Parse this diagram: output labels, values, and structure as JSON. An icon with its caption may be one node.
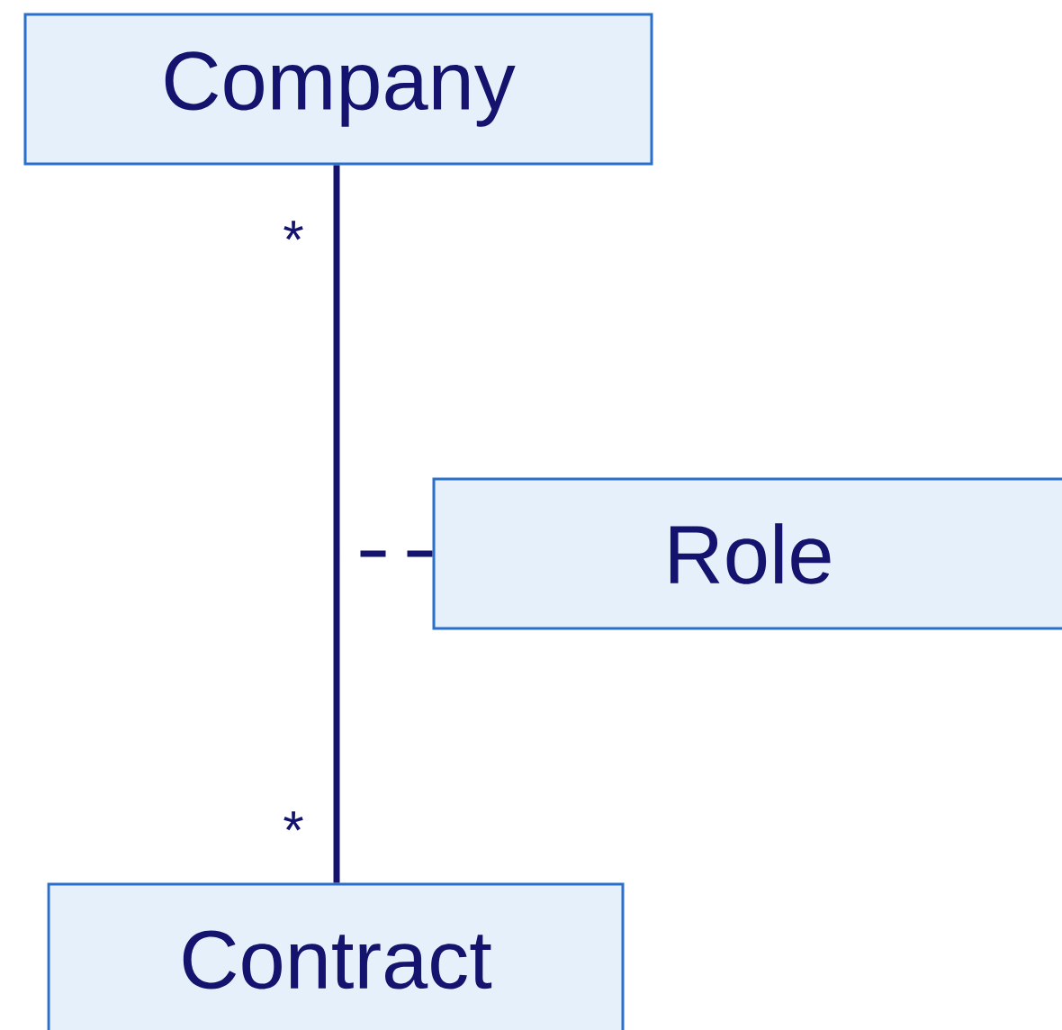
{
  "diagram": {
    "nodes": [
      {
        "text": [
          "Company"
        ]
      },
      {
        "text": [
          "Role"
        ]
      },
      {
        "text": [
          "Contract"
        ]
      }
    ],
    "edges": [
      {
        "from": 0,
        "to": 2,
        "arrow": "none"
      },
      {
        "from": 1,
        "to": null,
        "arrow": "none",
        "style": "dashed"
      }
    ],
    "labels": [
      "*",
      "*"
    ]
  }
}
